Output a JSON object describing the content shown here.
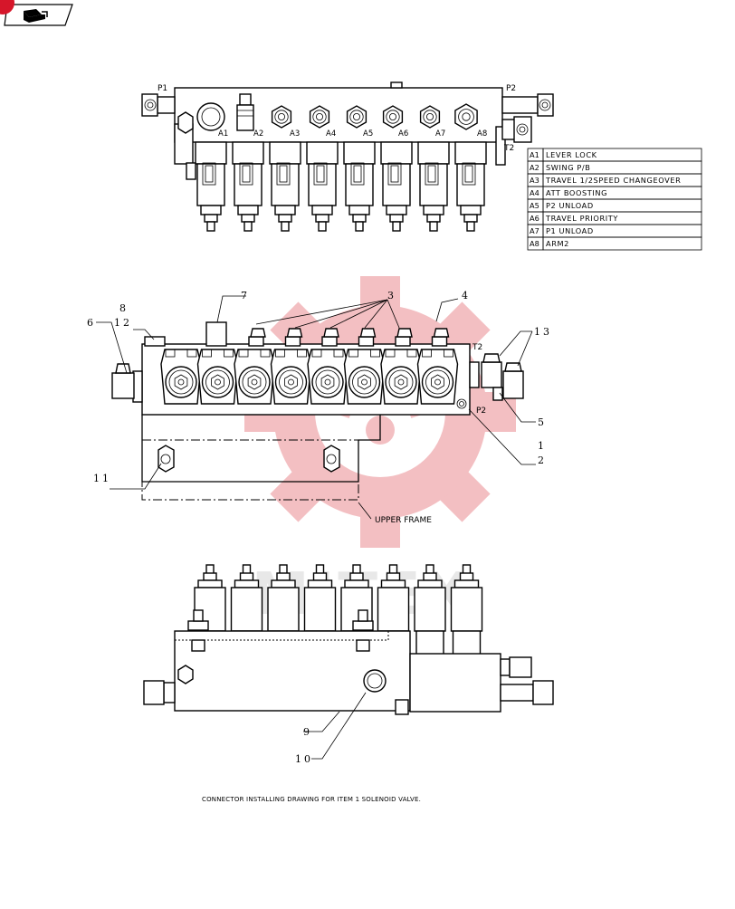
{
  "ports_top": {
    "p1": "P1",
    "p2": "P2",
    "t2": "T2",
    "outlets": [
      "A1",
      "A2",
      "A3",
      "A4",
      "A5",
      "A6",
      "A7",
      "A8"
    ]
  },
  "legend": [
    {
      "code": "A1",
      "desc": "LEVER LOCK"
    },
    {
      "code": "A2",
      "desc": "SWING P/B"
    },
    {
      "code": "A3",
      "desc": "TRAVEL 1/2SPEED CHANGEOVER"
    },
    {
      "code": "A4",
      "desc": "ATT BOOSTING"
    },
    {
      "code": "A5",
      "desc": "P2 UNLOAD"
    },
    {
      "code": "A6",
      "desc": "TRAVEL PRIORITY"
    },
    {
      "code": "A7",
      "desc": "P1 UNLOAD"
    },
    {
      "code": "A8",
      "desc": "ARM2"
    }
  ],
  "callouts": {
    "c1": "1",
    "c2": "2",
    "c3": "3",
    "c4": "4",
    "c5": "5",
    "c6": "6",
    "c7": "7",
    "c8": "8",
    "c9": "9",
    "c10": "10",
    "c11": "11",
    "c12": "12",
    "c13": "13"
  },
  "middle_ports": {
    "t2": "T2",
    "p2": "P2"
  },
  "upper_frame_label": "UPPER FRAME",
  "footer_note": "CONNECTOR INSTALLING DRAWING FOR ITEM 1 SOLENOID VALVE.",
  "watermark_text": "MITEX",
  "colors": {
    "watermark": "#f2b4b8",
    "badge": "#d6162a"
  }
}
